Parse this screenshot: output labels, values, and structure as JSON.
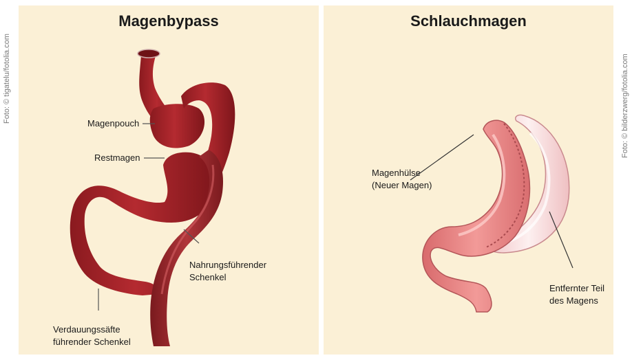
{
  "left_panel": {
    "title": "Magenbypass",
    "credit": "Foto: © tigatelu/fotolia.com",
    "labels": {
      "magenpouch": "Magenpouch",
      "restmagen": "Restmagen",
      "nahrung_line1": "Nahrungsführender",
      "nahrung_line2": "Schenkel",
      "verdauung_line1": "Verdauungssäfte",
      "verdauung_line2": "führender Schenkel"
    }
  },
  "right_panel": {
    "title": "Schlauchmagen",
    "credit": "Foto: © bilderzwerg/fotolia.com",
    "labels": {
      "magenhuelse_line1": "Magenhülse",
      "magenhuelse_line2": "(Neuer Magen)",
      "entfernt_line1": "Entfernter Teil",
      "entfernt_line2": "des Magens"
    }
  },
  "colors": {
    "panel_bg": "#fbf0d6",
    "bypass_red": "#a8242a",
    "sleeve_pink": "#ec8a8a",
    "removed_pale": "#f8dcdc"
  }
}
